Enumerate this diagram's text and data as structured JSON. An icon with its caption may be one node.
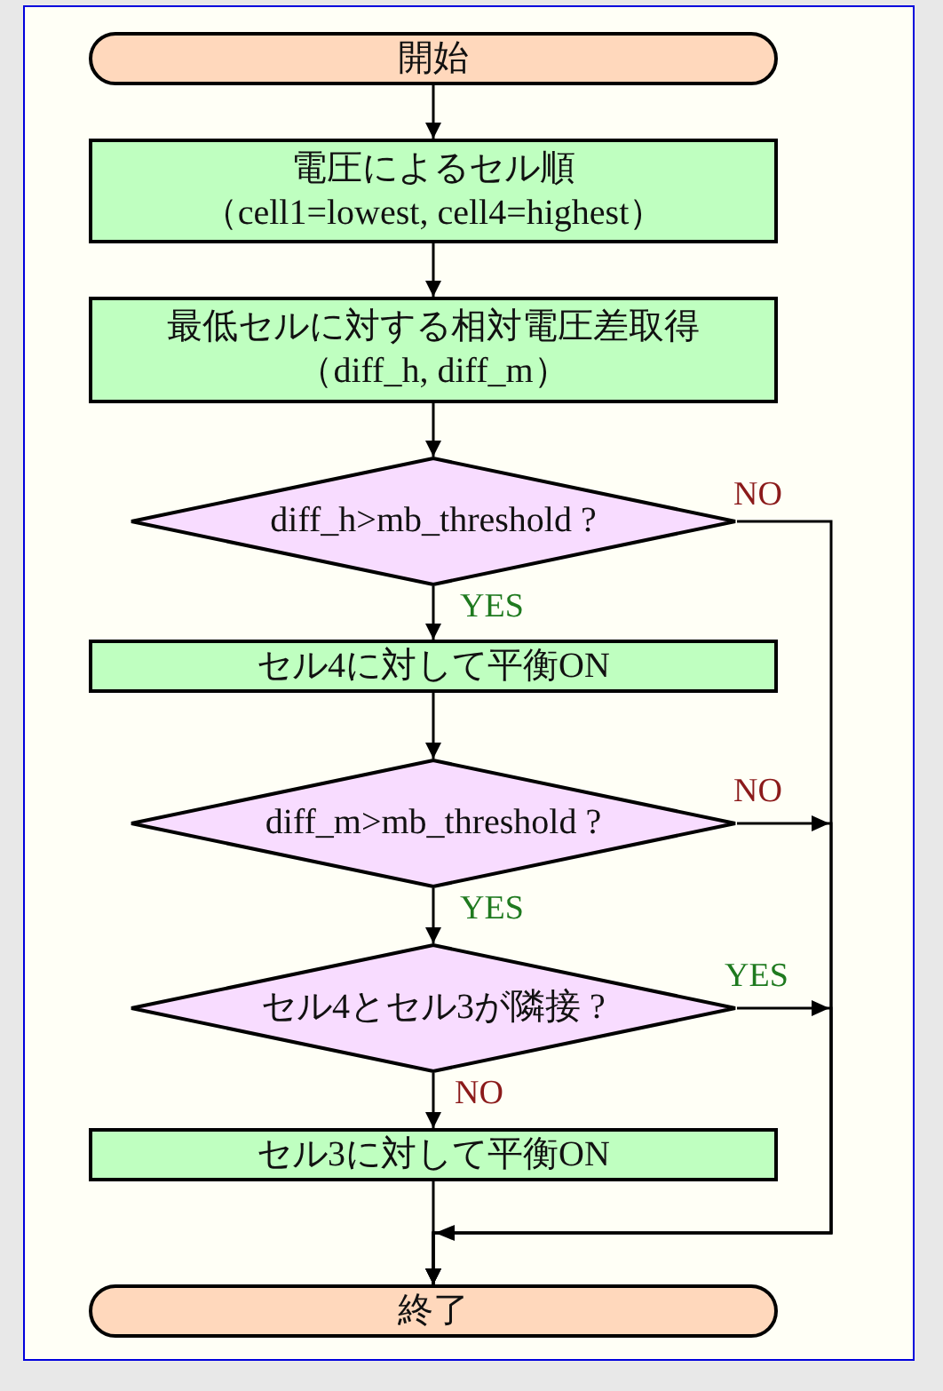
{
  "diagram": {
    "nodes": [
      {
        "text": [
          "開始"
        ]
      },
      {
        "text": [
          "電圧によるセル順",
          "（cell1=lowest, cell4=highest）"
        ]
      },
      {
        "text": [
          "最低セルに対する相対電圧差取得",
          "（diff_h, diff_m）"
        ]
      },
      {
        "text": [
          "diff_h>mb_threshold ?"
        ]
      },
      {
        "text": [
          "セル4に対して平衡ON"
        ]
      },
      {
        "text": [
          "diff_m>mb_threshold ?"
        ]
      },
      {
        "text": [
          "セル4とセル3が隣接 ?"
        ]
      },
      {
        "text": [
          "セル3に対して平衡ON"
        ]
      },
      {
        "text": [
          "終了"
        ]
      }
    ],
    "edges": [
      {
        "from": 0,
        "to": 1,
        "arrow": "to"
      },
      {
        "from": 1,
        "to": 2,
        "arrow": "to"
      },
      {
        "from": 2,
        "to": 3,
        "arrow": "to"
      },
      {
        "from": 3,
        "to": 4,
        "arrow": "to",
        "label": "YES"
      },
      {
        "from": 4,
        "to": 5,
        "arrow": "to"
      },
      {
        "from": 5,
        "to": 6,
        "arrow": "to",
        "label": "YES"
      },
      {
        "from": 6,
        "to": 7,
        "arrow": "to",
        "label": "NO"
      },
      {
        "from": 7,
        "to": 8,
        "arrow": "to"
      },
      {
        "from": 3,
        "to": 8,
        "arrow": "to",
        "label": "NO"
      },
      {
        "from": 5,
        "to": 8,
        "arrow": "to",
        "label": "NO"
      },
      {
        "from": 6,
        "to": 8,
        "arrow": "to",
        "label": "YES"
      }
    ]
  }
}
